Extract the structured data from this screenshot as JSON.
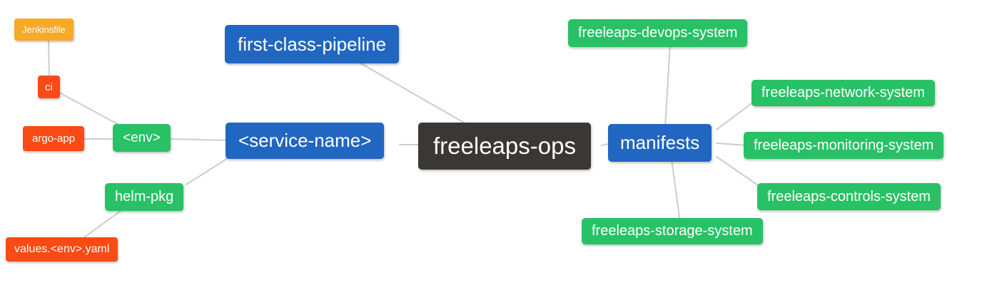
{
  "palette": {
    "blue": "#2166c0",
    "green": "#28c165",
    "orange": "#f7a928",
    "red": "#fa4a15",
    "dark": "#3b3734",
    "edge": "#cccccc",
    "text": "#ffffff"
  },
  "mindmap": {
    "root_label": "freeleaps-ops",
    "nodes": [
      {
        "id": "jenkinsfile",
        "label": "Jenkinsfile",
        "color": "orange"
      },
      {
        "id": "ci",
        "label": "ci",
        "color": "red"
      },
      {
        "id": "argo-app",
        "label": "argo-app",
        "color": "red"
      },
      {
        "id": "env",
        "label": "<env>",
        "color": "green"
      },
      {
        "id": "service-name",
        "label": "<service-name>",
        "color": "blue"
      },
      {
        "id": "helm-pkg",
        "label": "helm-pkg",
        "color": "green"
      },
      {
        "id": "values-env-yaml",
        "label": "values.<env>.yaml",
        "color": "red"
      },
      {
        "id": "first-class-pipeline",
        "label": "first-class-pipeline",
        "color": "blue"
      },
      {
        "id": "freeleaps-ops",
        "label": "freeleaps-ops",
        "color": "dark"
      },
      {
        "id": "manifests",
        "label": "manifests",
        "color": "blue"
      },
      {
        "id": "freeleaps-devops-system",
        "label": "freeleaps-devops-system",
        "color": "green"
      },
      {
        "id": "freeleaps-network-system",
        "label": "freeleaps-network-system",
        "color": "green"
      },
      {
        "id": "freeleaps-monitoring-system",
        "label": "freeleaps-monitoring-system",
        "color": "green"
      },
      {
        "id": "freeleaps-controls-system",
        "label": "freeleaps-controls-system",
        "color": "green"
      },
      {
        "id": "freeleaps-storage-system",
        "label": "freeleaps-storage-system",
        "color": "green"
      }
    ],
    "edges": [
      [
        "Jenkinsfile",
        "ci"
      ],
      [
        "ci",
        "<env>"
      ],
      [
        "argo-app",
        "<env>"
      ],
      [
        "<env>",
        "<service-name>"
      ],
      [
        "helm-pkg",
        "<service-name>"
      ],
      [
        "values.<env>.yaml",
        "helm-pkg"
      ],
      [
        "first-class-pipeline",
        "freeleaps-ops"
      ],
      [
        "<service-name>",
        "freeleaps-ops"
      ],
      [
        "freeleaps-ops",
        "manifests"
      ],
      [
        "manifests",
        "freeleaps-devops-system"
      ],
      [
        "manifests",
        "freeleaps-network-system"
      ],
      [
        "manifests",
        "freeleaps-monitoring-system"
      ],
      [
        "manifests",
        "freeleaps-controls-system"
      ],
      [
        "manifests",
        "freeleaps-storage-system"
      ]
    ]
  }
}
